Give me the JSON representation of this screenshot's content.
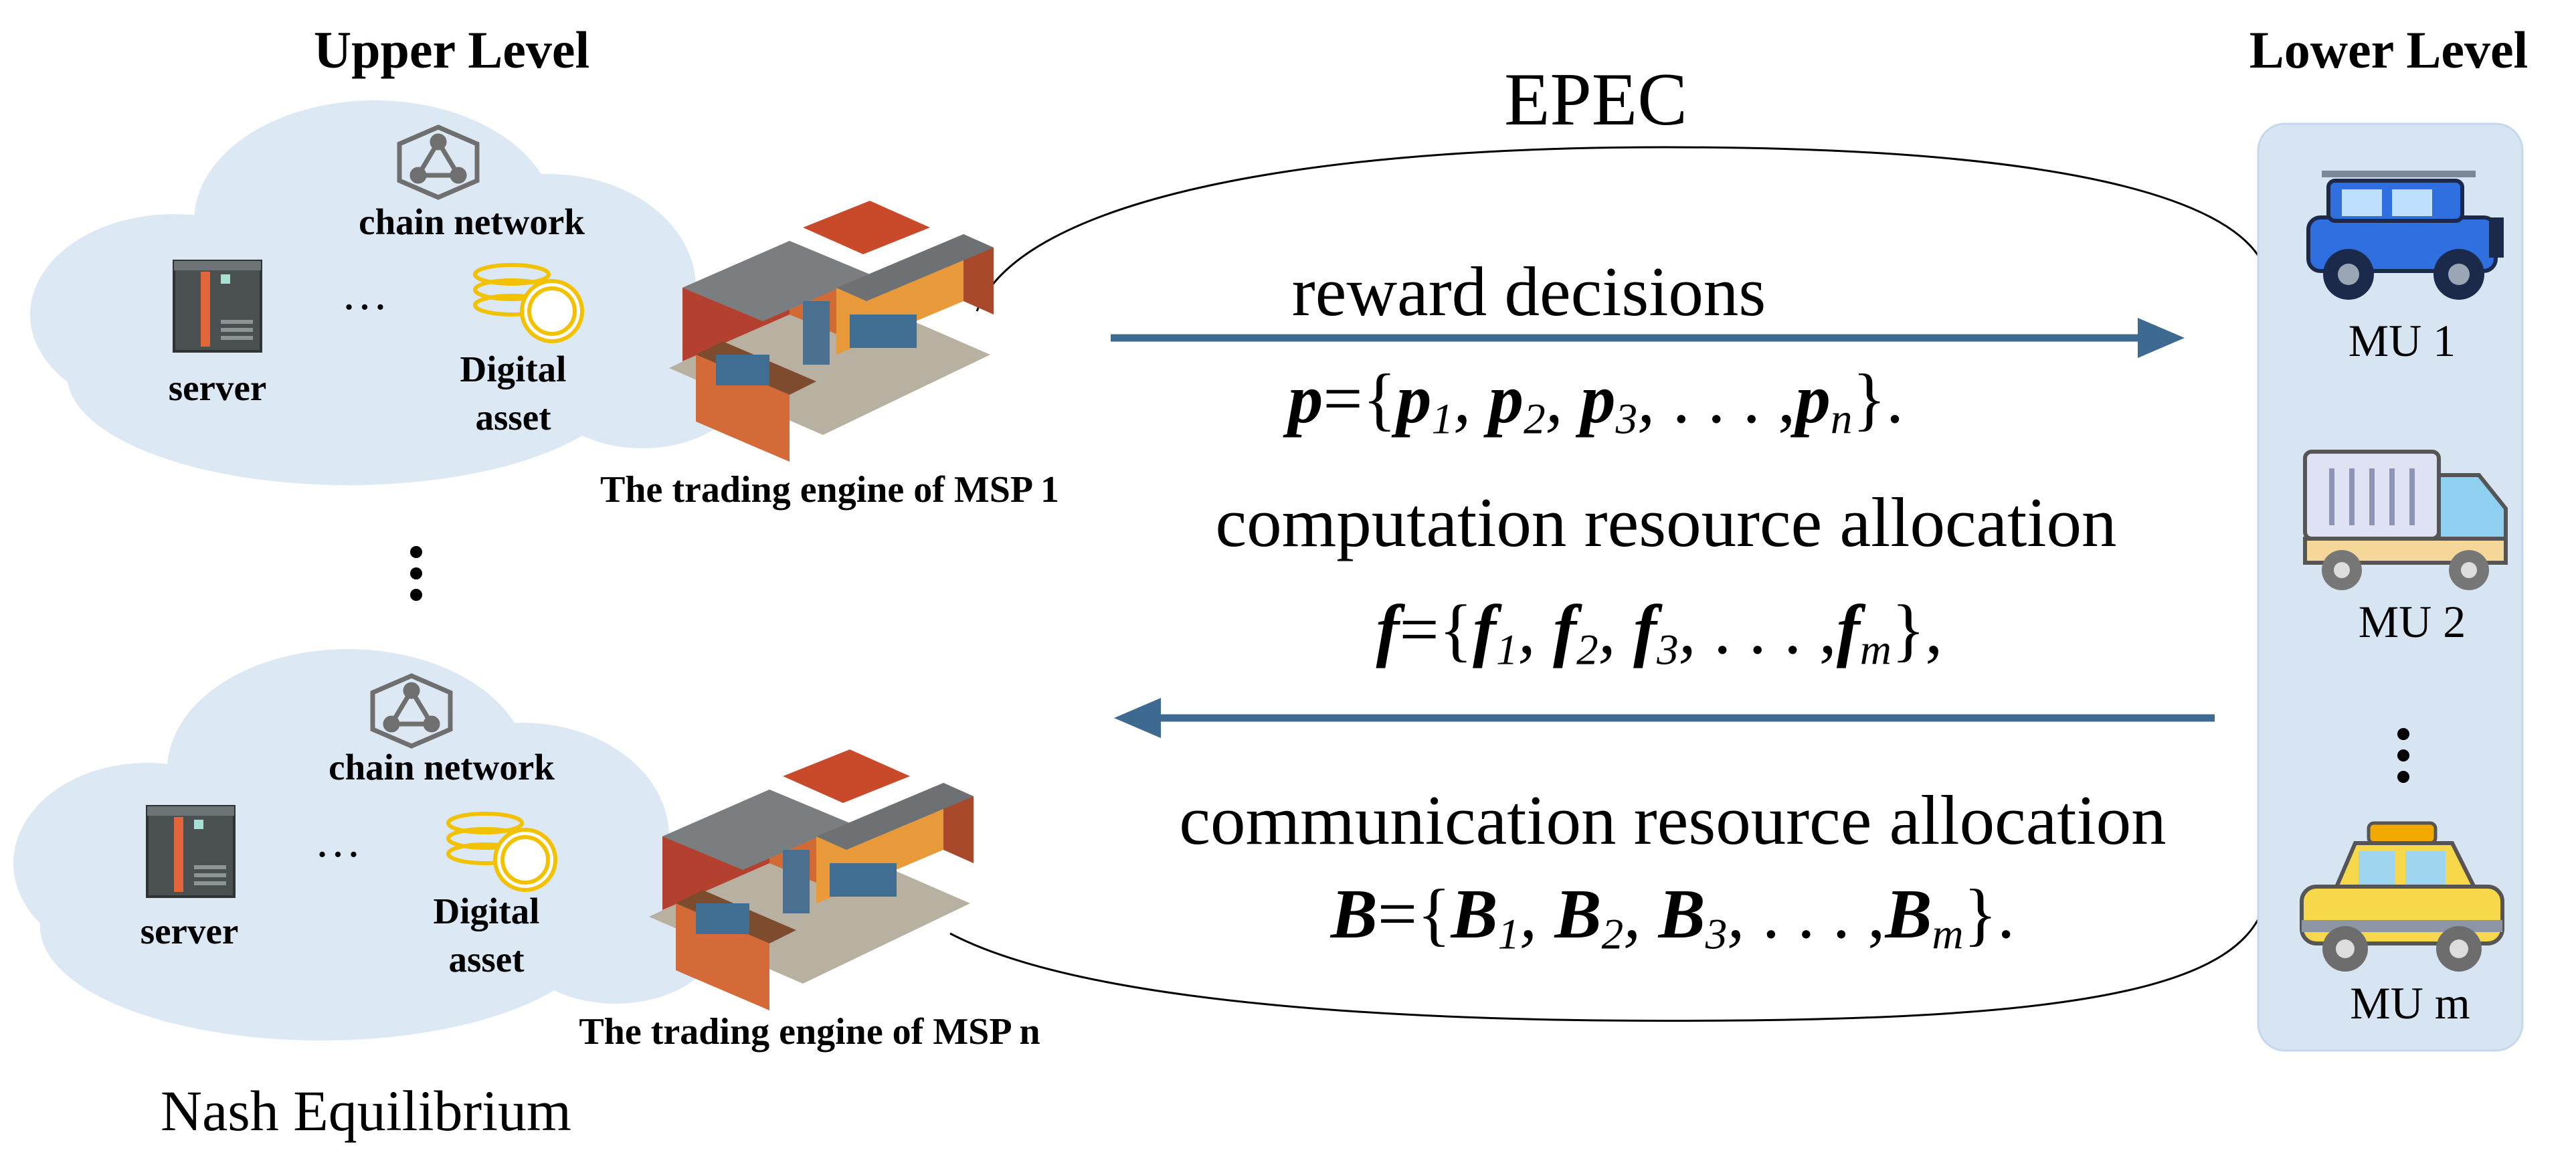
{
  "upper_level": {
    "title": "Upper Level",
    "msp_blocks": [
      {
        "chain_network_label": "chain network",
        "server_label": "server",
        "ellipsis": "…",
        "digital_asset_label": [
          "Digital",
          "asset"
        ],
        "engine_label": "The trading engine of MSP 1"
      },
      {
        "chain_network_label": "chain network",
        "server_label": "server",
        "ellipsis": "…",
        "digital_asset_label": [
          "Digital",
          "asset"
        ],
        "engine_label": "The trading engine of MSP n"
      }
    ],
    "footer_label": "Nash Equilibrium"
  },
  "center": {
    "epec_label": "EPEC",
    "reward_decisions_label": "reward decisions",
    "reward_formula": {
      "var": "p",
      "items": [
        "1",
        "2",
        "3"
      ],
      "last": "n",
      "end": "."
    },
    "computation_label": "computation resource allocation",
    "computation_formula": {
      "var": "f",
      "items": [
        "1",
        "2",
        "3"
      ],
      "last": "m",
      "end": ","
    },
    "communication_label": "communication resource allocation",
    "communication_formula": {
      "var": "B",
      "items": [
        "1",
        "2",
        "3"
      ],
      "last": "m",
      "end": "."
    },
    "dots": ". . ."
  },
  "lower_level": {
    "title": "Lower Level",
    "mus": [
      {
        "label": "MU 1",
        "icon": "jeep-icon"
      },
      {
        "label": "MU 2",
        "icon": "truck-icon"
      },
      {
        "label": "MU m",
        "icon": "taxi-icon"
      }
    ]
  },
  "colors": {
    "cloud": "#dce8f4",
    "panel": "#d7e5f3",
    "arrow": "#3e6990",
    "gold": "#f2c200"
  }
}
